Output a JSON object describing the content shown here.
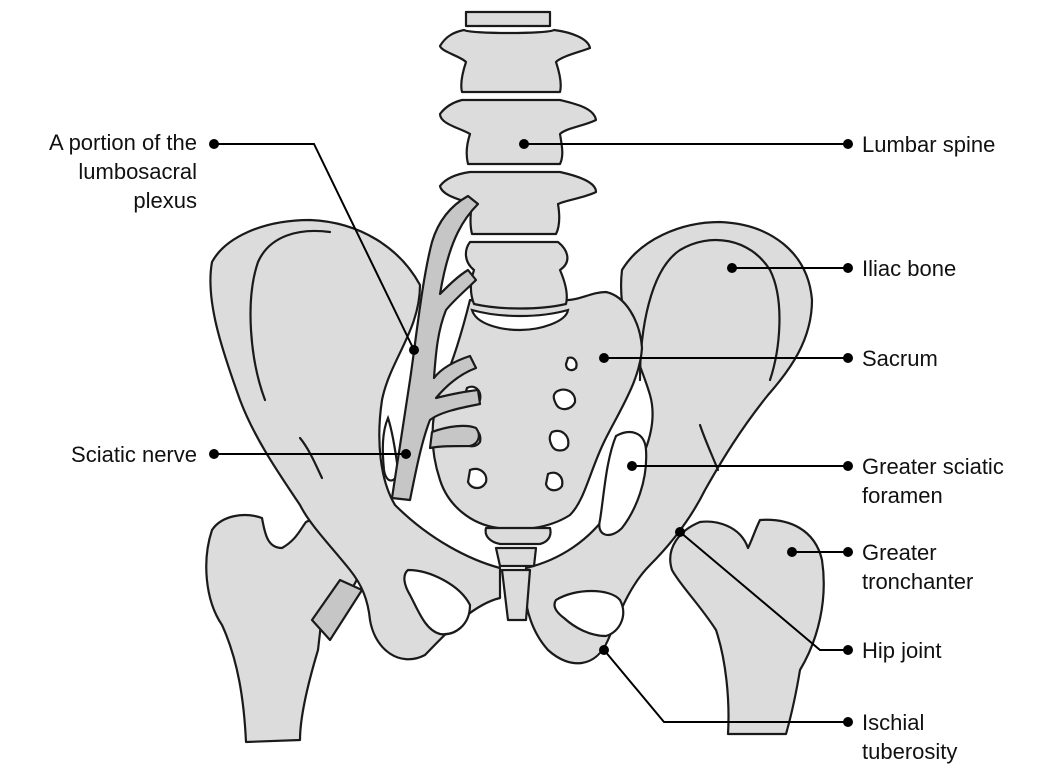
{
  "labels": {
    "lumbosacral": [
      "A portion of the",
      "lumbosacral",
      "plexus"
    ],
    "sciatic_nerve": [
      "Sciatic nerve"
    ],
    "lumbar_spine": [
      "Lumbar spine"
    ],
    "iliac_bone": [
      "Iliac bone"
    ],
    "sacrum": [
      "Sacrum"
    ],
    "greater_sciatic_foramen": [
      "Greater sciatic",
      "foramen"
    ],
    "greater_trochanter": [
      "Greater",
      "tronchanter"
    ],
    "hip_joint": [
      "Hip joint"
    ],
    "ischial_tuberosity": [
      "Ischial",
      "tuberosity"
    ]
  },
  "colors": {
    "bone_fill": "#dcdcdc",
    "nerve_fill": "#c6c6c6",
    "outline": "#1a1a1a"
  }
}
